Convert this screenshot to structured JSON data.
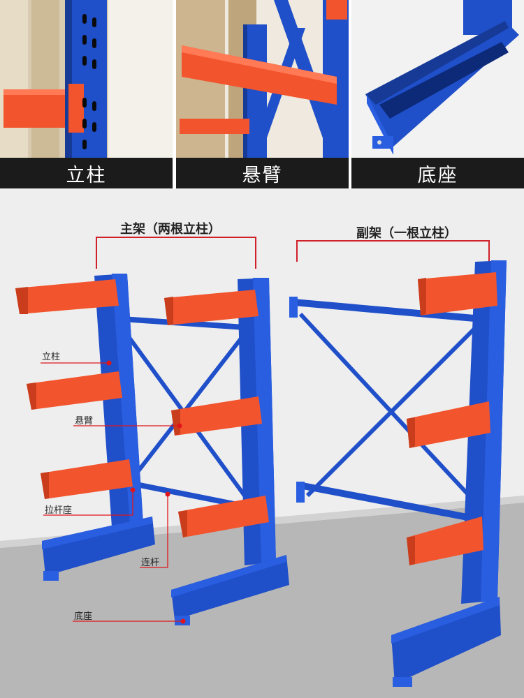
{
  "top_panels": [
    {
      "caption": "立柱"
    },
    {
      "caption": "悬臂"
    },
    {
      "caption": "底座"
    }
  ],
  "diagram": {
    "main_frame_title": "主架（两根立柱）",
    "sub_frame_title": "副架（一根立柱）",
    "callouts": {
      "upright": "立柱",
      "arm": "悬臂",
      "brace_seat": "拉杆座",
      "brace": "连杆",
      "base": "底座"
    }
  },
  "colors": {
    "blue": "#1f4fc9",
    "blue_dark": "#163a96",
    "orange": "#f2542d",
    "orange_dark": "#c93d1c",
    "callout_red": "#e0151b",
    "floor": "#b7b7b7",
    "wall": "#eeeeee"
  }
}
